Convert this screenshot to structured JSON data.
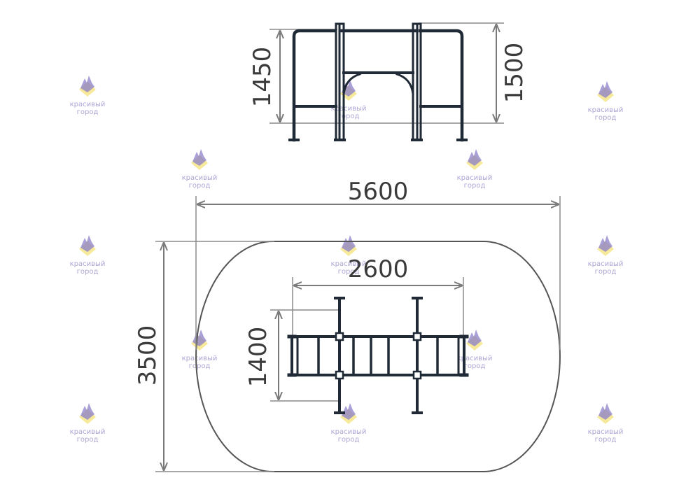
{
  "dimensions": {
    "front_left_height": "1450",
    "front_right_height": "1500",
    "zone_width": "5600",
    "zone_depth": "3500",
    "frame_length": "2600",
    "frame_width": "1400"
  },
  "watermark": {
    "line1": "красивый",
    "line2": "город"
  },
  "colors": {
    "frame": "#1f2a36",
    "dimension": "#7a7a7a",
    "zone_outline": "#555555",
    "watermark_purple": "#7f72c6",
    "watermark_yellow": "#f3e27a"
  }
}
